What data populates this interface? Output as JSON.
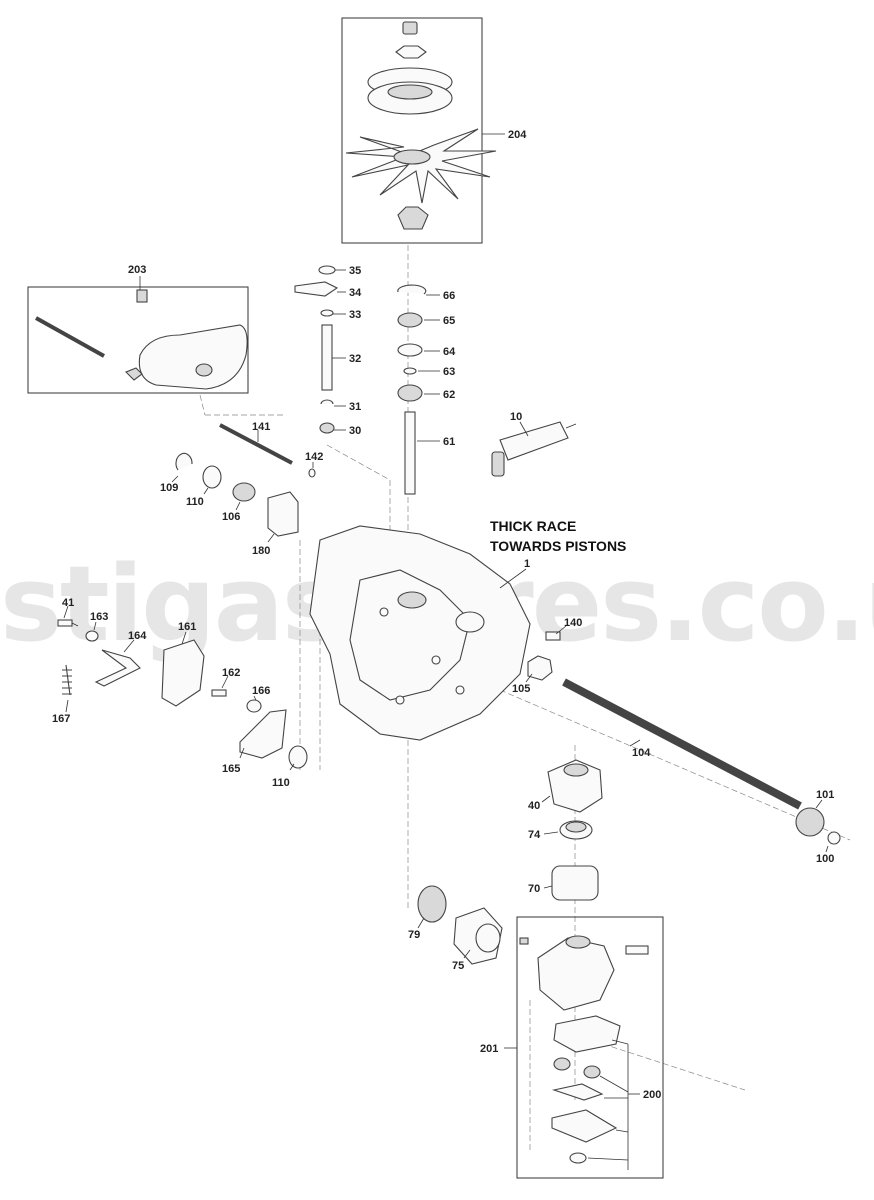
{
  "watermark": "stigaspares.co.uk",
  "note": {
    "line1": "THICK RACE",
    "line2": "TOWARDS PISTONS"
  },
  "labels": {
    "p204": "204",
    "p203": "203",
    "p35": "35",
    "p34": "34",
    "p33": "33",
    "p32": "32",
    "p31": "31",
    "p30": "30",
    "p66": "66",
    "p65": "65",
    "p64": "64",
    "p63": "63",
    "p62": "62",
    "p61": "61",
    "p10": "10",
    "p141": "141",
    "p142": "142",
    "p109": "109",
    "p110a": "110",
    "p106": "106",
    "p180": "180",
    "p1": "1",
    "p41": "41",
    "p163": "163",
    "p164": "164",
    "p161": "161",
    "p140": "140",
    "p167": "167",
    "p162": "162",
    "p166": "166",
    "p105": "105",
    "p165": "165",
    "p110b": "110",
    "p104": "104",
    "p40": "40",
    "p101": "101",
    "p74": "74",
    "p100": "100",
    "p70": "70",
    "p79": "79",
    "p75": "75",
    "p201": "201",
    "p200": "200"
  }
}
